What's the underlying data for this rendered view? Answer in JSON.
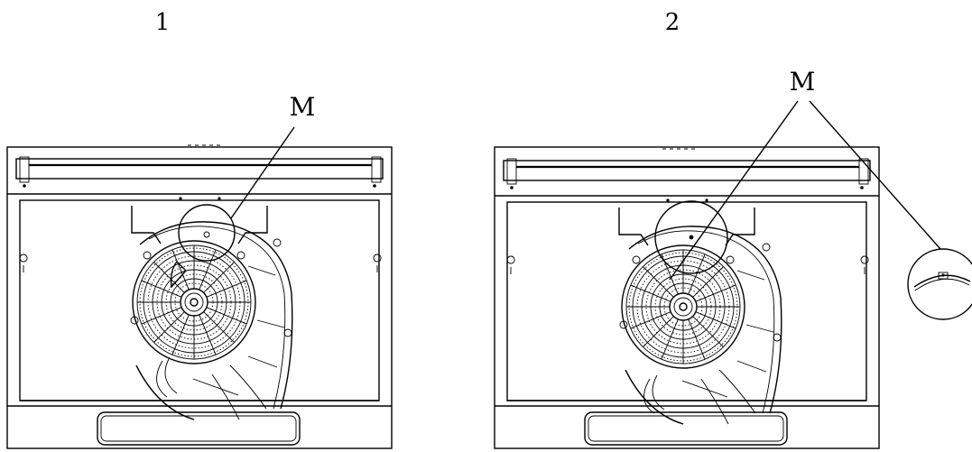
{
  "panels": [
    {
      "number": "1",
      "callout": "M"
    },
    {
      "number": "2",
      "callout": "M"
    }
  ]
}
